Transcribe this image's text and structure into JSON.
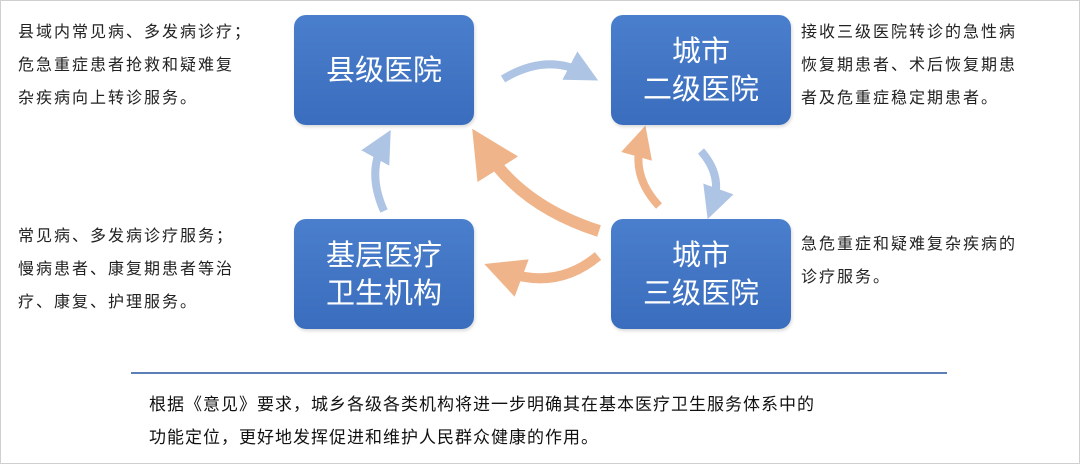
{
  "boxes": {
    "county": [
      "县级医院"
    ],
    "city2": [
      "城市",
      "二级医院"
    ],
    "primary": [
      "基层医疗",
      "卫生机构"
    ],
    "city3": [
      "城市",
      "三级医院"
    ]
  },
  "descriptions": {
    "county": [
      "县域内常见病、多发病诊疗；",
      "危急重症患者抢救和疑难复",
      "杂疾病向上转诊服务。"
    ],
    "city2": [
      "接收三级医院转诊的急性病",
      "恢复期患者、术后恢复期患",
      "者及危重症稳定期患者。"
    ],
    "primary": [
      "常见病、多发病诊疗服务；",
      "慢病患者、康复期患者等治",
      "疗、康复、护理服务。"
    ],
    "city3": [
      "急危重症和疑难复杂疾病的",
      "诊疗服务。"
    ]
  },
  "note": [
    "根据《意见》要求，城乡各级各类机构将进一步明确其在基本医疗卫生服务体系中的",
    "功能定位，更好地发挥促进和维护人民群众健康的作用。"
  ],
  "colors": {
    "box": "#3f74c4",
    "arrow_blue": "#aec4e4",
    "arrow_orange": "#f0b48a",
    "rule": "#5b7fb6"
  }
}
